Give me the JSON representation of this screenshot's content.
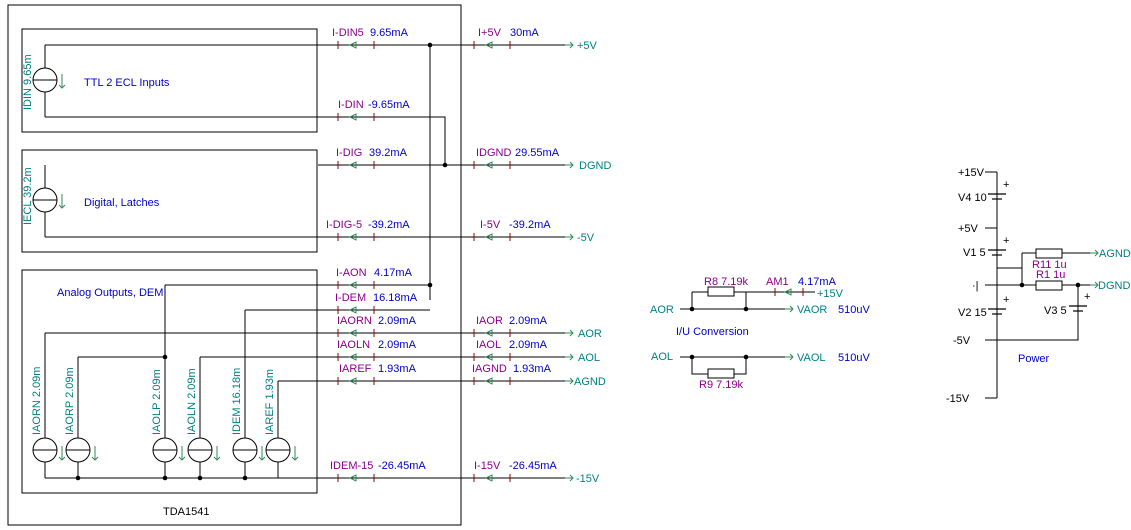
{
  "module": {
    "name": "TDA1541",
    "blocks": {
      "ttl": "TTL 2 ECL Inputs",
      "digital": "Digital, Latches",
      "analog": "Analog Outputs, DEM"
    }
  },
  "internal_meters": [
    {
      "id": "m_idin5",
      "name": "I-DIN5",
      "value": "9.65mA"
    },
    {
      "id": "m_idin",
      "name": "I-DIN",
      "value": "-9.65mA"
    },
    {
      "id": "m_idig",
      "name": "I-DIG",
      "value": "39.2mA"
    },
    {
      "id": "m_idig5",
      "name": "I-DIG-5",
      "value": "-39.2mA"
    },
    {
      "id": "m_iaon",
      "name": "I-AON",
      "value": "4.17mA"
    },
    {
      "id": "m_idem",
      "name": "I-DEM",
      "value": "16.18mA"
    },
    {
      "id": "m_iaorn",
      "name": "IAORN",
      "value": "2.09mA"
    },
    {
      "id": "m_iaoln",
      "name": "IAOLN",
      "value": "2.09mA"
    },
    {
      "id": "m_iaref",
      "name": "IAREF",
      "value": "1.93mA"
    },
    {
      "id": "m_idem15",
      "name": "IDEM-15",
      "value": "-26.45mA"
    }
  ],
  "external_meters": [
    {
      "id": "e_i5v",
      "name": "I+5V",
      "value": "30mA"
    },
    {
      "id": "e_idgnd",
      "name": "IDGND",
      "value": "29.55mA"
    },
    {
      "id": "e_im5v",
      "name": "I-5V",
      "value": "-39.2mA"
    },
    {
      "id": "e_iaor",
      "name": "IAOR",
      "value": "2.09mA"
    },
    {
      "id": "e_iaol",
      "name": "IAOL",
      "value": "2.09mA"
    },
    {
      "id": "e_iagnd",
      "name": "IAGND",
      "value": "1.93mA"
    },
    {
      "id": "e_im15v",
      "name": "I-15V",
      "value": "-26.45mA"
    }
  ],
  "nets": {
    "p5v": "+5V",
    "dgnd": "DGND",
    "m5v": "-5V",
    "aor": "AOR",
    "aol": "AOL",
    "agnd": "AGND",
    "m15v": "-15V",
    "p15v": "+15V"
  },
  "sources": [
    {
      "id": "idin",
      "label": "IDIN 9.65m"
    },
    {
      "id": "iecl",
      "label": "IECL 39.2m"
    },
    {
      "id": "iaorn",
      "label": "IAORN 2.09m"
    },
    {
      "id": "iaorp",
      "label": "IAORP 2.09m"
    },
    {
      "id": "iaolp",
      "label": "IAOLP 2.09m"
    },
    {
      "id": "iaoln",
      "label": "IAOLN 2.09m"
    },
    {
      "id": "idem",
      "label": "IDEM 16.18m"
    },
    {
      "id": "iaref",
      "label": "IAREF 1.93m"
    }
  ],
  "iu": {
    "title": "I/U Conversion",
    "r8": "R8 7.19k",
    "r9": "R9 7.19k",
    "am1_name": "AM1",
    "am1_value": "4.17mA",
    "p15": "+15V",
    "aor": "AOR",
    "aol": "AOL",
    "vaor": "VAOR",
    "vaor_value": "510uV",
    "vaol": "VAOL",
    "vaol_value": "510uV"
  },
  "power": {
    "title": "Power",
    "p15": "+15V",
    "v4": "V4 10",
    "p5": "+5V",
    "v1": "V1 5",
    "r11": "R11 1u",
    "r1": "R1 1u",
    "agnd": "AGND",
    "dgnd": "DGND",
    "v2": "V2 15",
    "v3": "V3 5",
    "m5": "-5V",
    "m15": "-15V",
    "plus": "+",
    "ground_mark": "·|"
  }
}
